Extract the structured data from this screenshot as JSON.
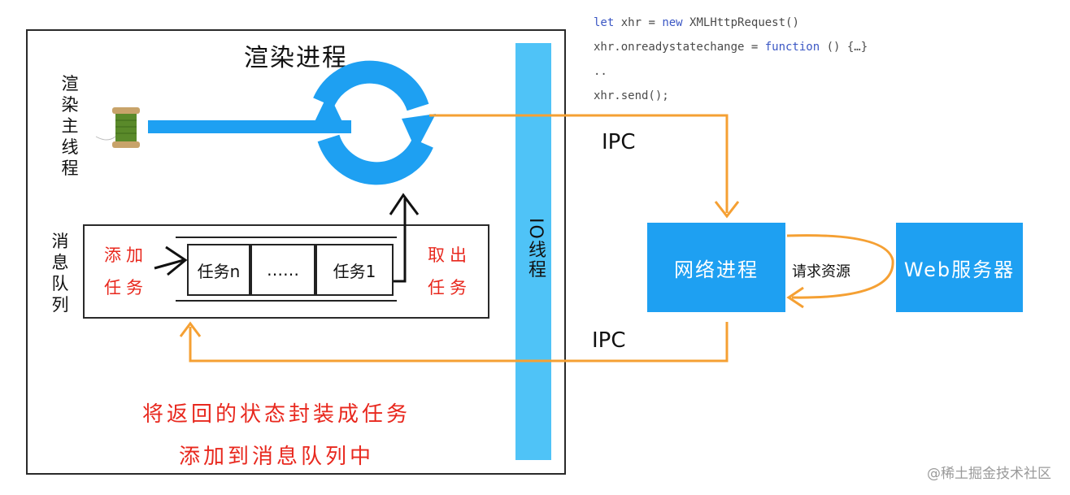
{
  "code": {
    "line1_kw": "let",
    "line1_mid": " xhr = ",
    "line1_kw2": "new",
    "line1_rest": " XMLHttpRequest()",
    "line2_start": "xhr.onreadystatechange = ",
    "line2_kw": "function",
    "line2_rest": " () {…}",
    "line3": "..",
    "line4": "xhr.send();"
  },
  "renderer": {
    "title": "渲染进程",
    "main_thread_label": "渲染主线程",
    "queue_label": "消息队列",
    "add_task_line1": "添加",
    "add_task_line2": "任务",
    "take_task_line1": "取出",
    "take_task_line2": "任务",
    "tasks": [
      "任务n",
      "……",
      "任务1"
    ]
  },
  "io_thread_label": "IO线程",
  "ipc_top": "IPC",
  "ipc_bottom": "IPC",
  "network_process": "网络进程",
  "request_resource": "请求资源",
  "web_server": "Web服务器",
  "caption_line1": "将返回的状态封装成任务",
  "caption_line2": "添加到消息队列中",
  "watermark": "@稀土掘金技术社区",
  "colors": {
    "accent_blue": "#1ea0f2",
    "io_bar": "#4fc3f7",
    "arrow_orange": "#f5a033",
    "text_red": "#e8281e"
  }
}
